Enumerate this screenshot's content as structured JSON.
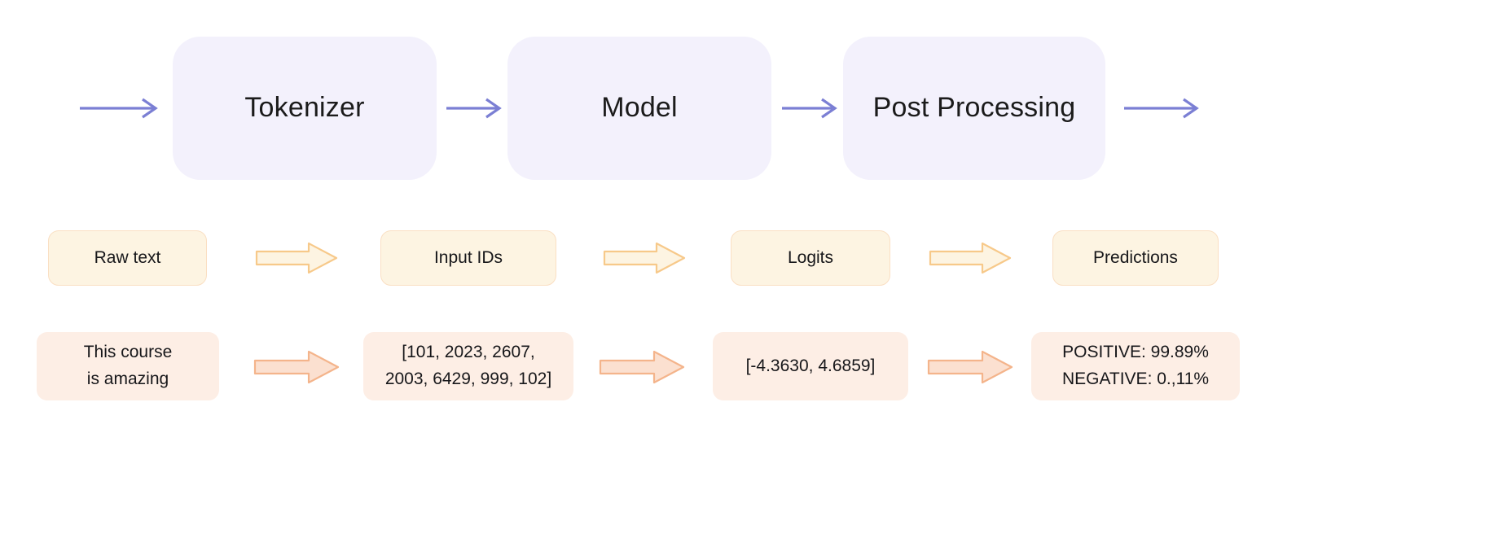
{
  "diagram": {
    "title": "NLP pipeline: tokenizer, model, post processing",
    "colors": {
      "stage_fill": "#f3f1fc",
      "line_arrow": "#7b7fd4",
      "chip_fill": "#fdf4e2",
      "chip_border": "#fadfc3",
      "chip_arrow_fill": "#fdf4e2",
      "chip_arrow_stroke": "#f7c98a",
      "value_fill": "#fdeee5",
      "value_arrow_fill": "#fbe0d0",
      "value_arrow_stroke": "#f4b48b",
      "background": "#ffffff",
      "text": "#17171a"
    }
  },
  "stages": [
    {
      "label": "Tokenizer"
    },
    {
      "label": "Model"
    },
    {
      "label": "Post Processing"
    }
  ],
  "artifacts": [
    {
      "label": "Raw text"
    },
    {
      "label": "Input IDs"
    },
    {
      "label": "Logits"
    },
    {
      "label": "Predictions"
    }
  ],
  "values": [
    {
      "label": "This course\nis amazing"
    },
    {
      "label": "[101, 2023, 2607,\n2003, 6429, 999, 102]"
    },
    {
      "label": "[-4.3630, 4.6859]"
    },
    {
      "label": "POSITIVE: 99.89%\nNEGATIVE: 0.,11%"
    }
  ],
  "arrows": {
    "stage_flow": [
      {
        "name": "input-arrow"
      },
      {
        "name": "tokenizer-to-model-arrow"
      },
      {
        "name": "model-to-postprocessing-arrow"
      },
      {
        "name": "output-arrow"
      }
    ],
    "artifact_flow": [
      {
        "name": "raw-text-to-input-ids-arrow"
      },
      {
        "name": "input-ids-to-logits-arrow"
      },
      {
        "name": "logits-to-predictions-arrow"
      }
    ],
    "value_flow": [
      {
        "name": "sentence-to-token-ids-arrow"
      },
      {
        "name": "token-ids-to-logits-values-arrow"
      },
      {
        "name": "logits-values-to-predictions-arrow"
      }
    ]
  }
}
